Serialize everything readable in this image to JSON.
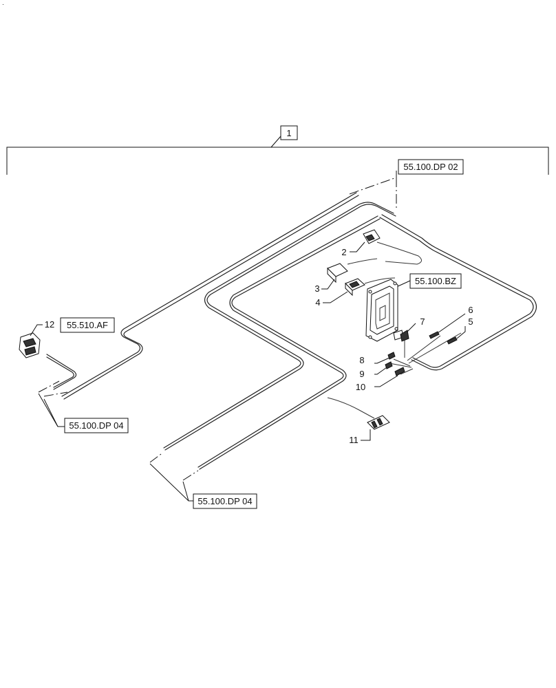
{
  "assembly_callout": "1",
  "references": {
    "dp02": "55.100.DP 02",
    "af": "55.510.AF",
    "dp04_left": "55.100.DP 04",
    "bz": "55.100.BZ",
    "dp04_bottom": "55.100.DP 04"
  },
  "callouts": [
    "2",
    "3",
    "4",
    "5",
    "6",
    "7",
    "8",
    "9",
    "10",
    "11",
    "12"
  ],
  "corner_mark": "·"
}
